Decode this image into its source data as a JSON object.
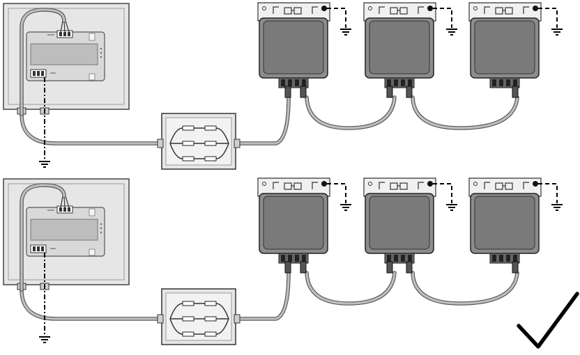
{
  "diagram": {
    "rows": [
      {
        "id": "row-1"
      },
      {
        "id": "row-2"
      }
    ],
    "microinverters_per_row": 3,
    "colors": {
      "enclosure_fill": "#e6e6e6",
      "enclosure_stroke": "#444444",
      "device_fill": "#d9d9d9",
      "device_screen": "#bdbdbd",
      "inverter_body": "#8c8c8c",
      "inverter_face": "#7a7a7a",
      "bracket_fill": "#f0f0f0",
      "cable": "#bfbfbf",
      "cable_edge": "#555555",
      "ground_line": "#000000",
      "checkmark": "#000000"
    },
    "icons": {
      "ground": "ground-icon",
      "check": "checkmark-icon"
    }
  }
}
